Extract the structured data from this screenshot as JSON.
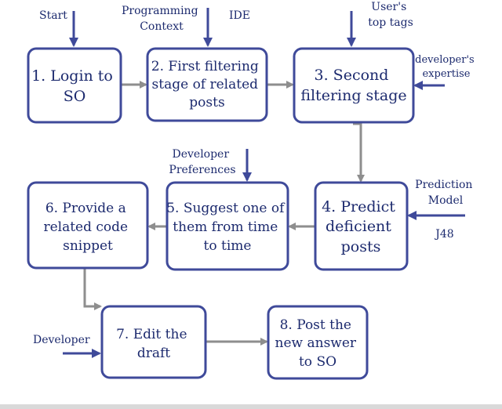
{
  "diagram": {
    "boxes": {
      "b1": [
        "1. Login to",
        "SO"
      ],
      "b2": [
        "2. First filtering",
        "stage of related",
        "posts"
      ],
      "b3": [
        "3. Second",
        "filtering stage"
      ],
      "b4": [
        "4. Predict",
        "deficient",
        "posts"
      ],
      "b5": [
        "5. Suggest one of",
        "them from time",
        "to time"
      ],
      "b6": [
        "6. Provide a",
        "related code",
        "snippet"
      ],
      "b7": [
        "7. Edit the",
        "draft"
      ],
      "b8": [
        "8. Post the",
        "new answer",
        "to SO"
      ]
    },
    "inputs": {
      "start": [
        "Start"
      ],
      "programming_context": [
        "Programming",
        "Context"
      ],
      "ide": [
        "IDE"
      ],
      "user_top_tags": [
        "User's",
        "top tags"
      ],
      "developer_expertise": [
        "developer's",
        "expertise"
      ],
      "developer_preferences": [
        "Developer",
        "Preferences"
      ],
      "prediction_model": [
        "Prediction",
        "Model"
      ],
      "j48": [
        "J48"
      ],
      "developer": [
        "Developer"
      ]
    }
  }
}
